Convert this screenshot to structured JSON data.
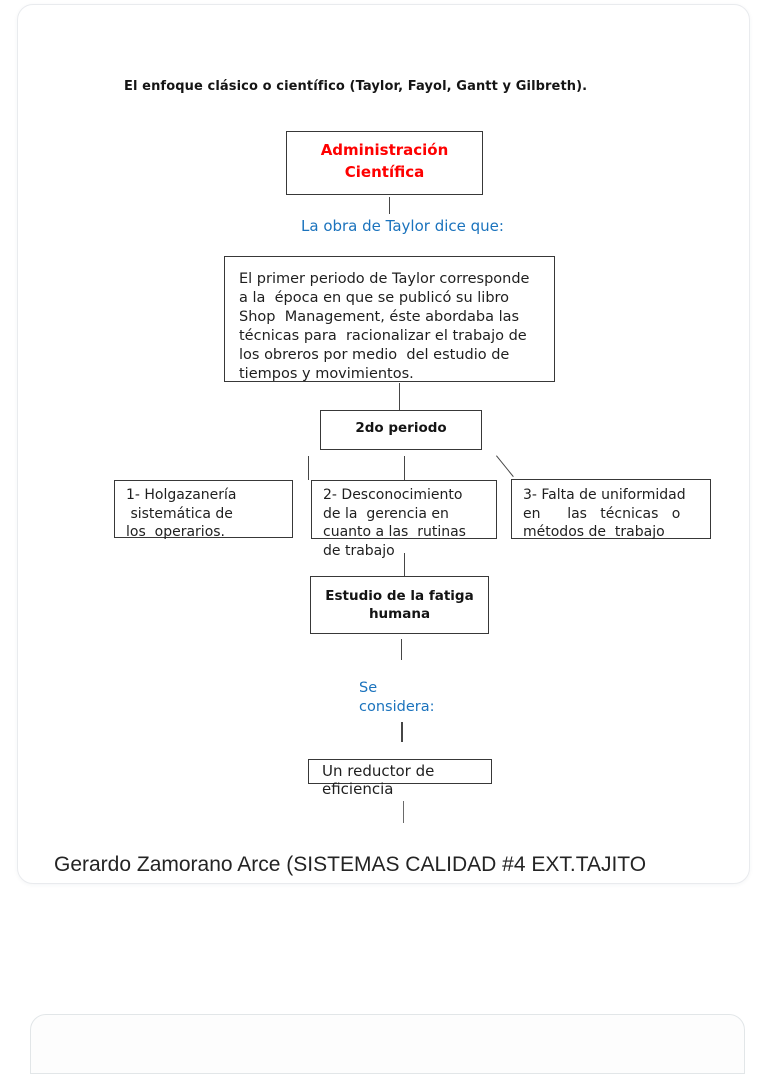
{
  "colors": {
    "accent_red": "#fe0000",
    "accent_blue": "#1b73bd",
    "ink": "#1f1f1f",
    "box_border": "#383838"
  },
  "page": {
    "heading": "El enfoque clásico o científico (Taylor, Fayol, Gantt y Gilbreth).",
    "footer": "Gerardo Zamorano Arce (SISTEMAS CALIDAD #4 EXT.TAJITO"
  },
  "diagram": {
    "root_box": "Administración\nCientífica",
    "taylor_label": "La obra de Taylor dice que:",
    "first_period_box": "El primer periodo de Taylor corresponde\na la  época en que se publicó su libro\nShop  Management, éste abordaba las\ntécnicas para  racionalizar el trabajo de\nlos obreros por medio  del estudio de\ntiempos y movimientos.",
    "second_period_box": "2do periodo",
    "cause_1_box": "1- Holgazanería\n sistemática de\nlos  operarios.",
    "cause_2_box": "2- Desconocimiento\nde la  gerencia en\ncuanto a las  rutinas\nde trabajo",
    "cause_3_box": "3- Falta de uniformidad\nen      las   técnicas   o\nmétodos de  trabajo",
    "fatigue_box": "Estudio de la fatiga\nhumana",
    "considers_label": "Se\nconsidera:",
    "reducer_box": "Un reductor de\neficiencia"
  }
}
